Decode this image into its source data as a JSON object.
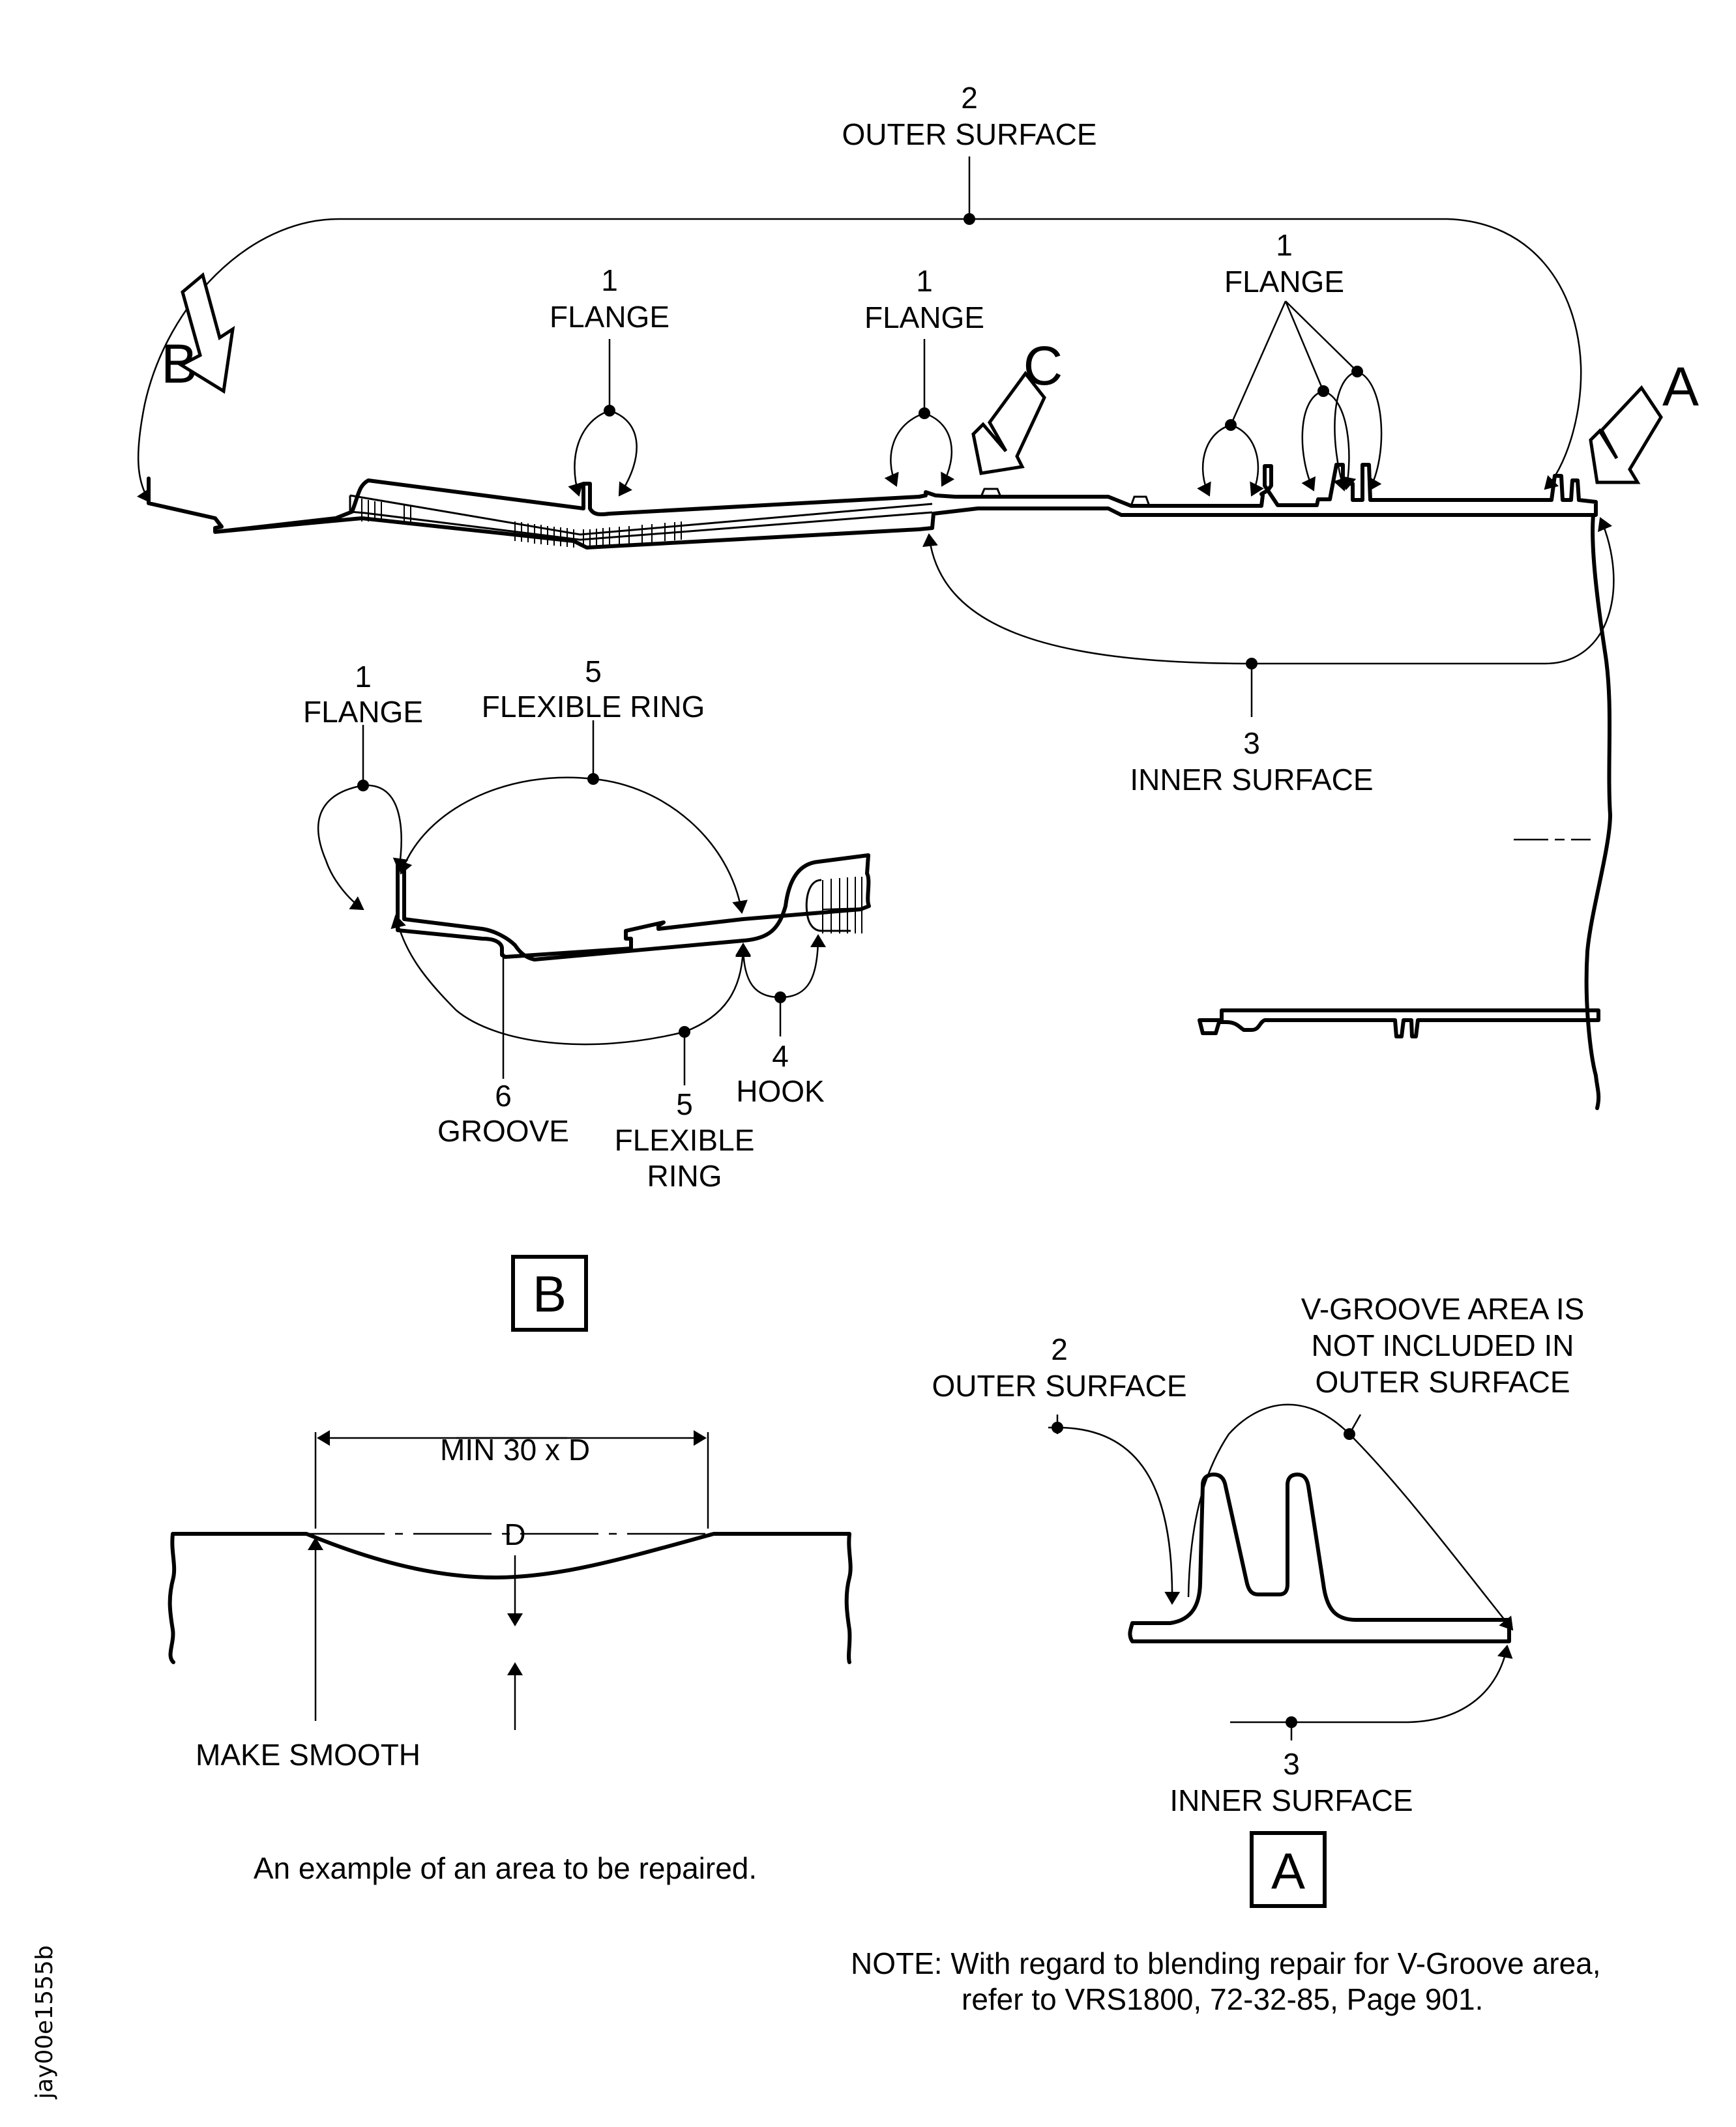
{
  "figure_id": "jay00e1555b",
  "main_view": {
    "outer_surface": {
      "num": "2",
      "name": "OUTER SURFACE"
    },
    "inner_surface": {
      "num": "3",
      "name": "INNER SURFACE"
    },
    "flange_left": {
      "num": "1",
      "name": "FLANGE"
    },
    "flange_mid": {
      "num": "1",
      "name": "FLANGE"
    },
    "flange_right": {
      "num": "1",
      "name": "FLANGE"
    },
    "view_arrows": {
      "b": "B",
      "c": "C",
      "a": "A"
    }
  },
  "detail_b": {
    "flange": {
      "num": "1",
      "name": "FLANGE"
    },
    "flexible_ring_top": {
      "num": "5",
      "name": "FLEXIBLE RING"
    },
    "groove": {
      "num": "6",
      "name": "GROOVE"
    },
    "flexible_ring_bottom": {
      "num": "5",
      "name_line1": "FLEXIBLE",
      "name_line2": "RING"
    },
    "hook": {
      "num": "4",
      "name": "HOOK"
    },
    "view_label": "B"
  },
  "repair_example": {
    "dimension": "MIN 30 x D",
    "depth": "D",
    "make_smooth": "MAKE SMOOTH",
    "caption": "An example of an area to be repaired."
  },
  "detail_a": {
    "outer_surface": {
      "num": "2",
      "name": "OUTER SURFACE"
    },
    "vgroove_note": [
      "V-GROOVE AREA IS",
      "NOT INCLUDED IN",
      "OUTER SURFACE"
    ],
    "inner_surface": {
      "num": "3",
      "name": "INNER SURFACE"
    },
    "view_label": "A"
  },
  "note": {
    "line1": "NOTE: With regard to blending repair for V-Groove area,",
    "line2": "refer to VRS1800, 72-32-85, Page 901."
  }
}
